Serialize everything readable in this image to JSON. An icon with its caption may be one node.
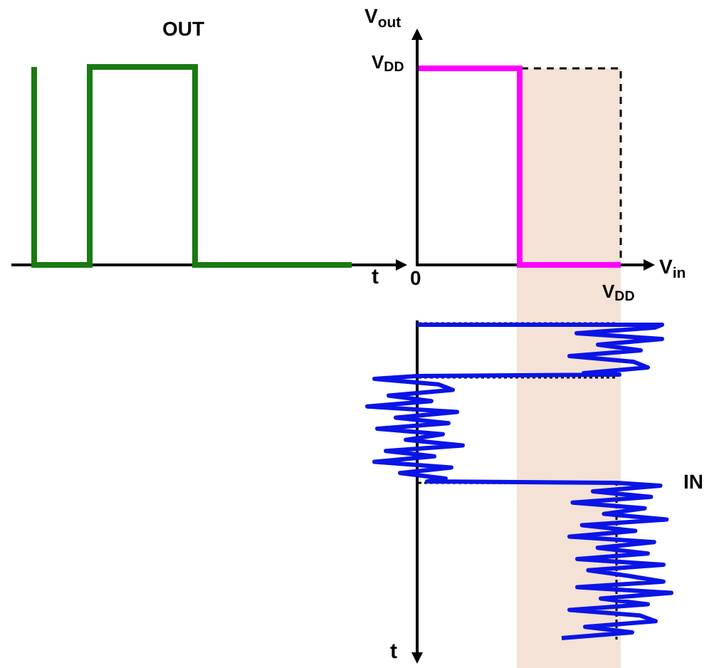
{
  "diagram": {
    "labels": [
      "OUT",
      "V$_{out}$",
      "V$_{DD}$",
      "t",
      "0",
      "V$_{DD}$",
      "V$_{in}$",
      "IN",
      "t"
    ]
  }
}
